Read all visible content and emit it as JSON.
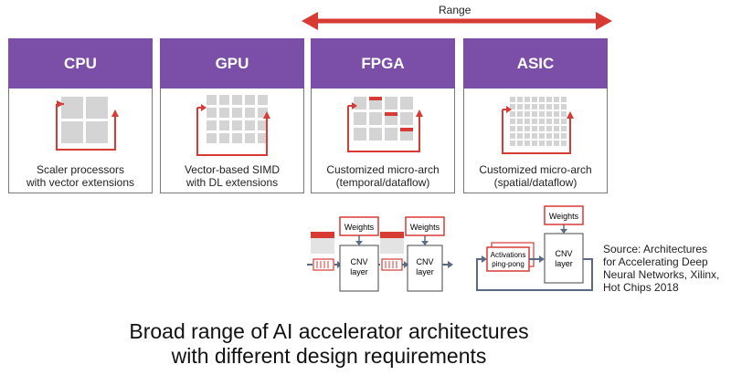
{
  "range": {
    "label": "Range"
  },
  "cards": [
    {
      "title": "CPU",
      "caption_line1": "Scaler processors",
      "caption_line2": "with vector extensions"
    },
    {
      "title": "GPU",
      "caption_line1": "Vector-based SIMD",
      "caption_line2": "with DL extensions"
    },
    {
      "title": "FPGA",
      "caption_line1": "Customized micro-arch",
      "caption_line2": "(temporal/dataflow)"
    },
    {
      "title": "ASIC",
      "caption_line1": "Customized micro-arch",
      "caption_line2": "(spatial/dataflow)"
    }
  ],
  "dataflow": {
    "weights_label": "Weights",
    "cnv_label_line1": "CNV",
    "cnv_label_line2": "layer",
    "activations_line1": "Activations",
    "activations_line2": "ping-pong"
  },
  "source": {
    "line1": "Source: Architectures",
    "line2": "for Accelerating Deep",
    "line3": "Neural Networks, Xilinx,",
    "line4": "Hot Chips 2018"
  },
  "headline": {
    "line1": "Broad range of AI accelerator architectures",
    "line2": "with different design requirements"
  },
  "colors": {
    "header": "#7b4fa8",
    "accent_red": "#d83a34",
    "grid_gray": "#d4d4d4"
  }
}
